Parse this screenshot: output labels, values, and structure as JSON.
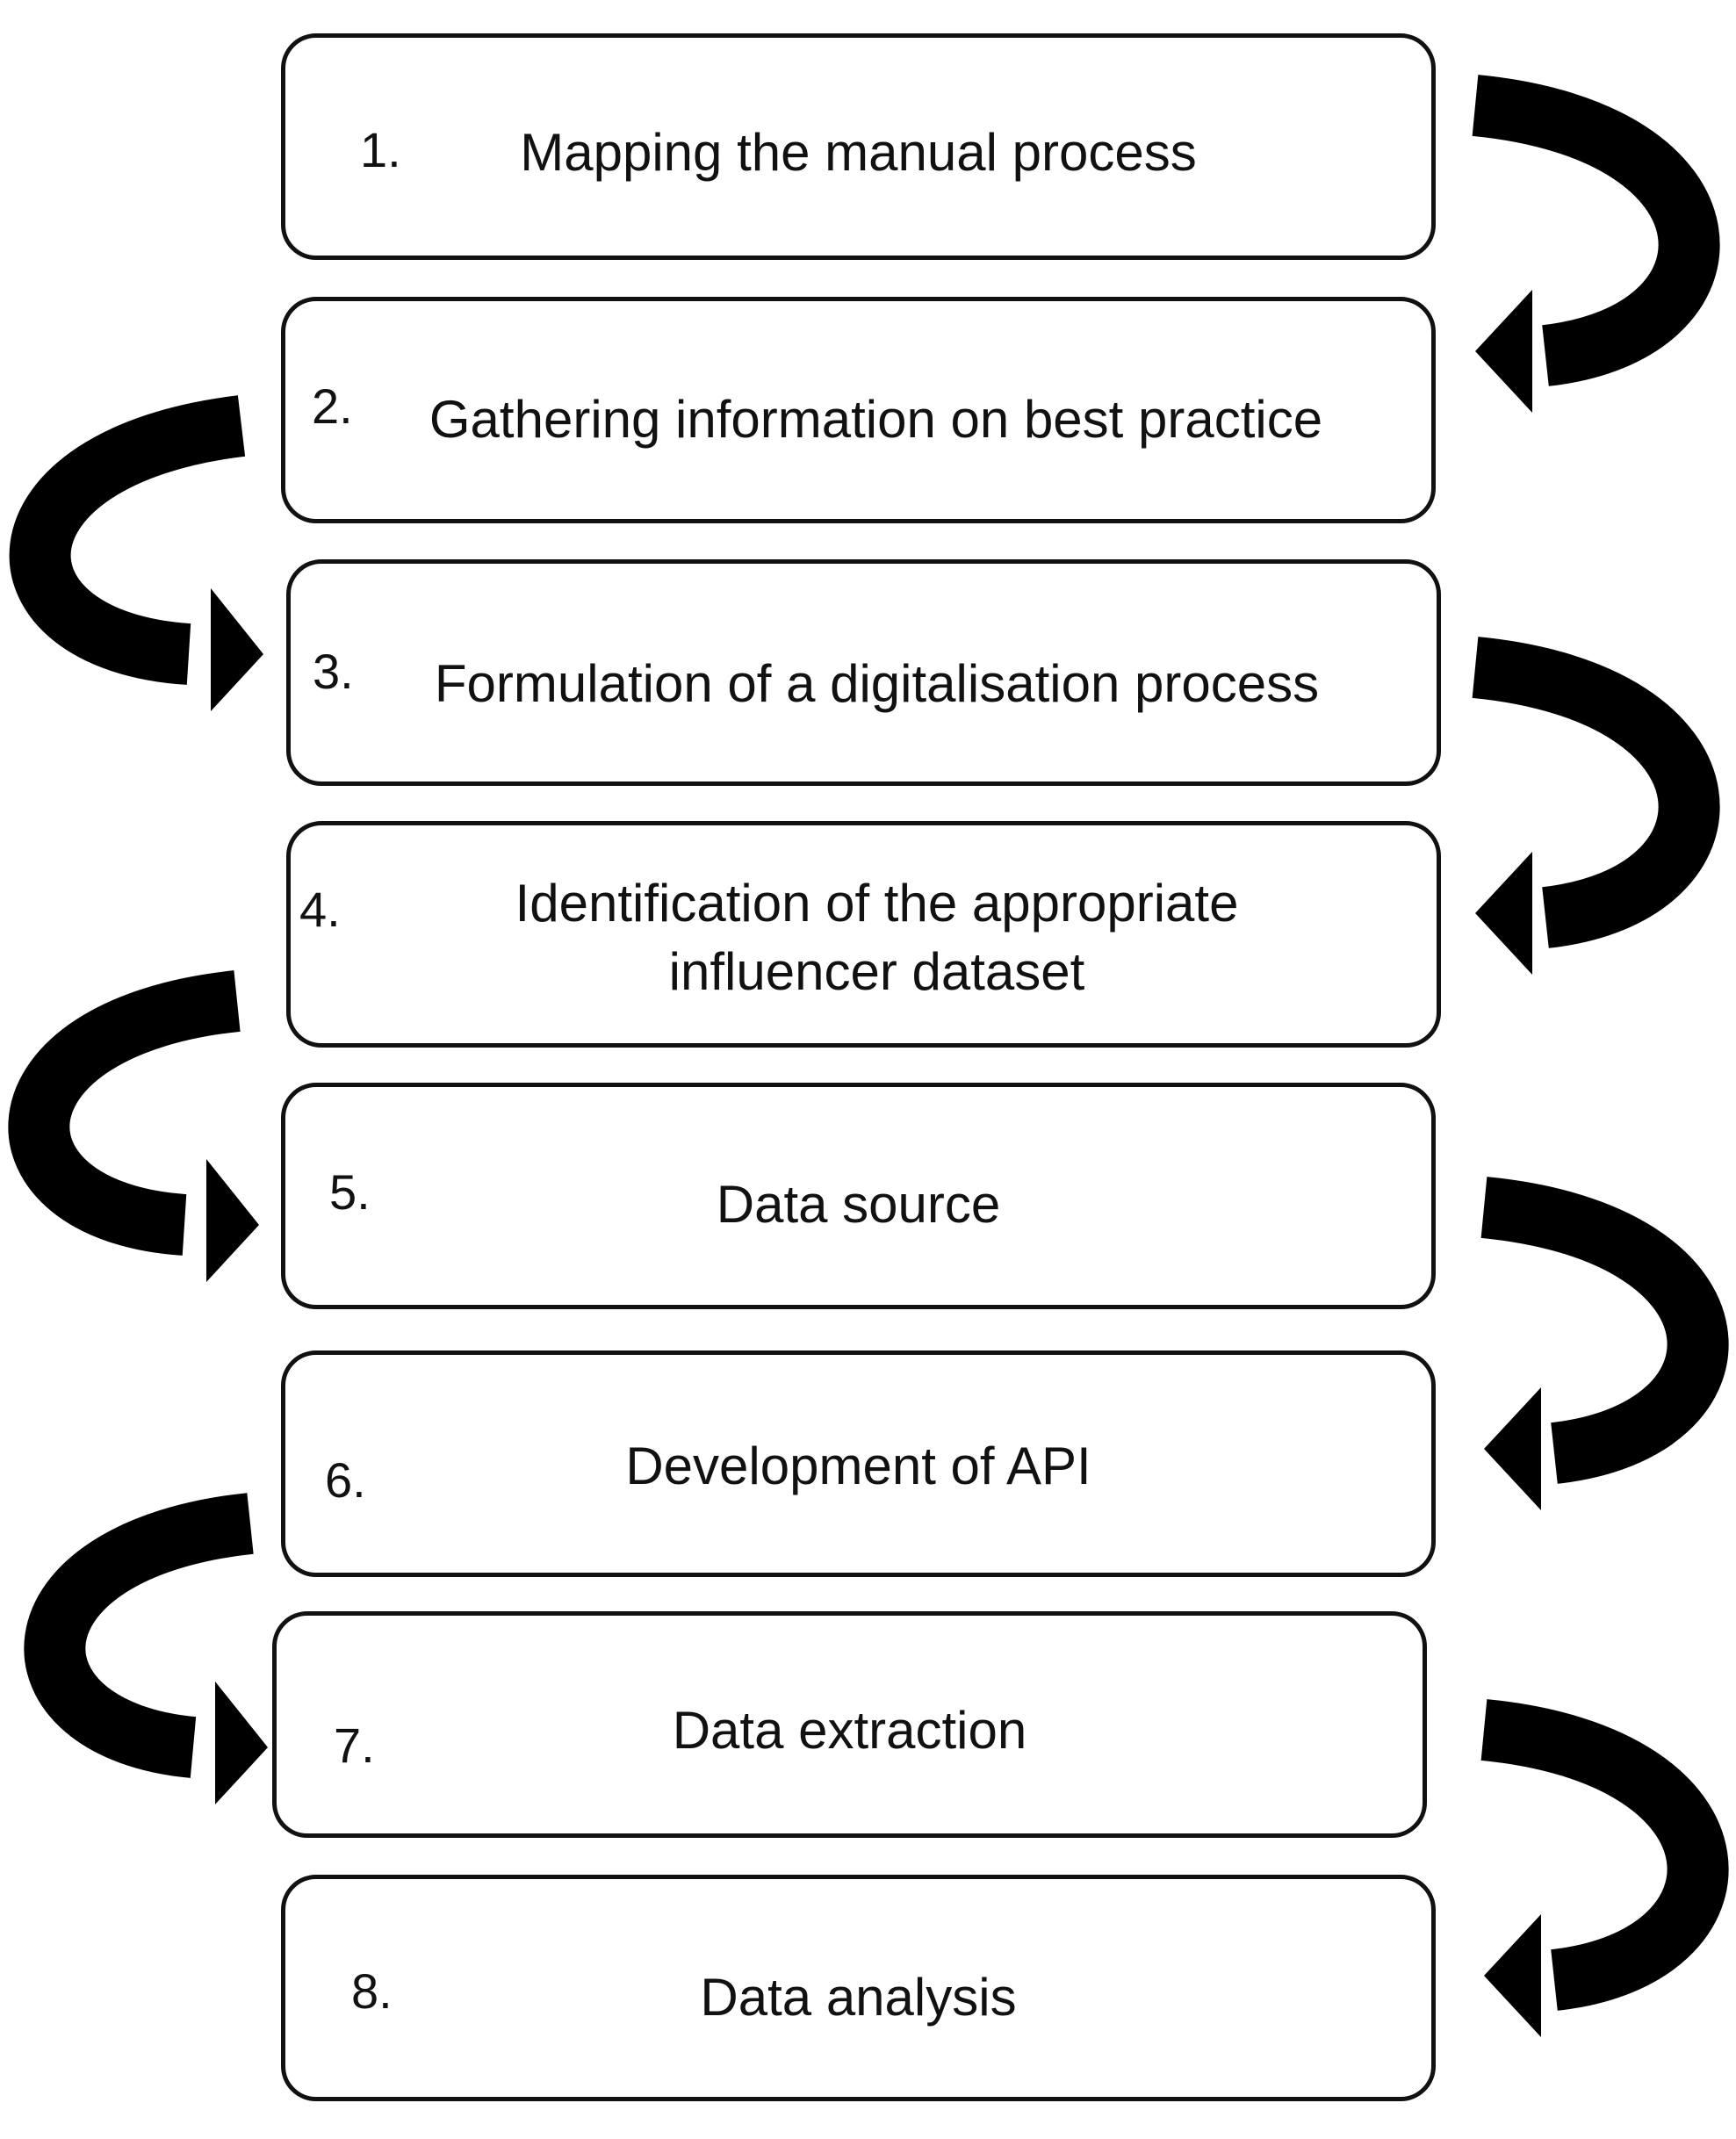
{
  "steps": [
    {
      "number": "1.",
      "label": "Mapping the manual process"
    },
    {
      "number": "2.",
      "label": "Gathering information on best practice"
    },
    {
      "number": "3.",
      "label": "Formulation of a digitalisation process"
    },
    {
      "number": "4.",
      "label": "Identification of the appropriate influencer dataset"
    },
    {
      "number": "5.",
      "label": "Data source"
    },
    {
      "number": "6.",
      "label": "Development of API"
    },
    {
      "number": "7.",
      "label": "Data extraction"
    },
    {
      "number": "8.",
      "label": "Data analysis"
    }
  ],
  "connector_color": "#000000",
  "box_border_color": "#111111"
}
